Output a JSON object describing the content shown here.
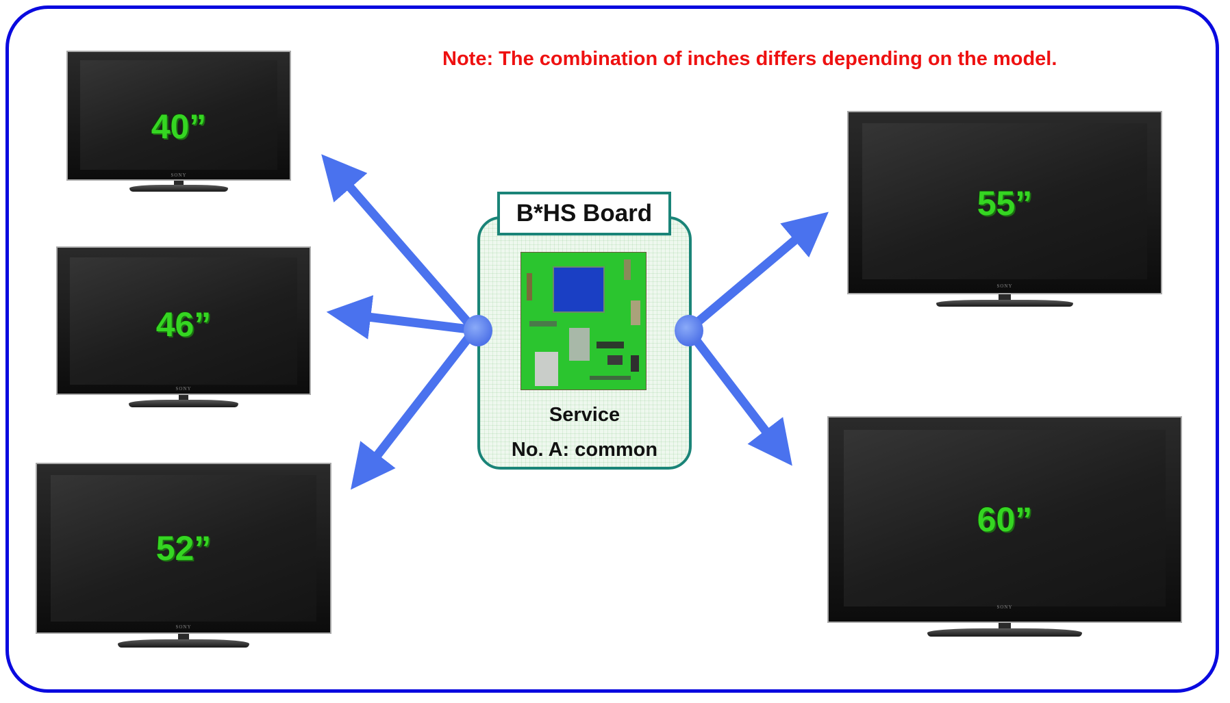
{
  "note": "Note: The combination of inches differs depending on the model.",
  "board": {
    "title": "B*HS Board",
    "service_line1": "Service",
    "service_line2": "No. A: common"
  },
  "tvs": [
    {
      "size": "40”",
      "brand": "SONY"
    },
    {
      "size": "46”",
      "brand": "SONY"
    },
    {
      "size": "52”",
      "brand": "SONY"
    },
    {
      "size": "55”",
      "brand": "SONY"
    },
    {
      "size": "60”",
      "brand": "SONY"
    }
  ],
  "colors": {
    "frame_border": "#0a0adf",
    "note_text": "#ee1111",
    "size_label": "#35d622",
    "arrow": "#4a72ee",
    "board_border": "#1a8478"
  }
}
